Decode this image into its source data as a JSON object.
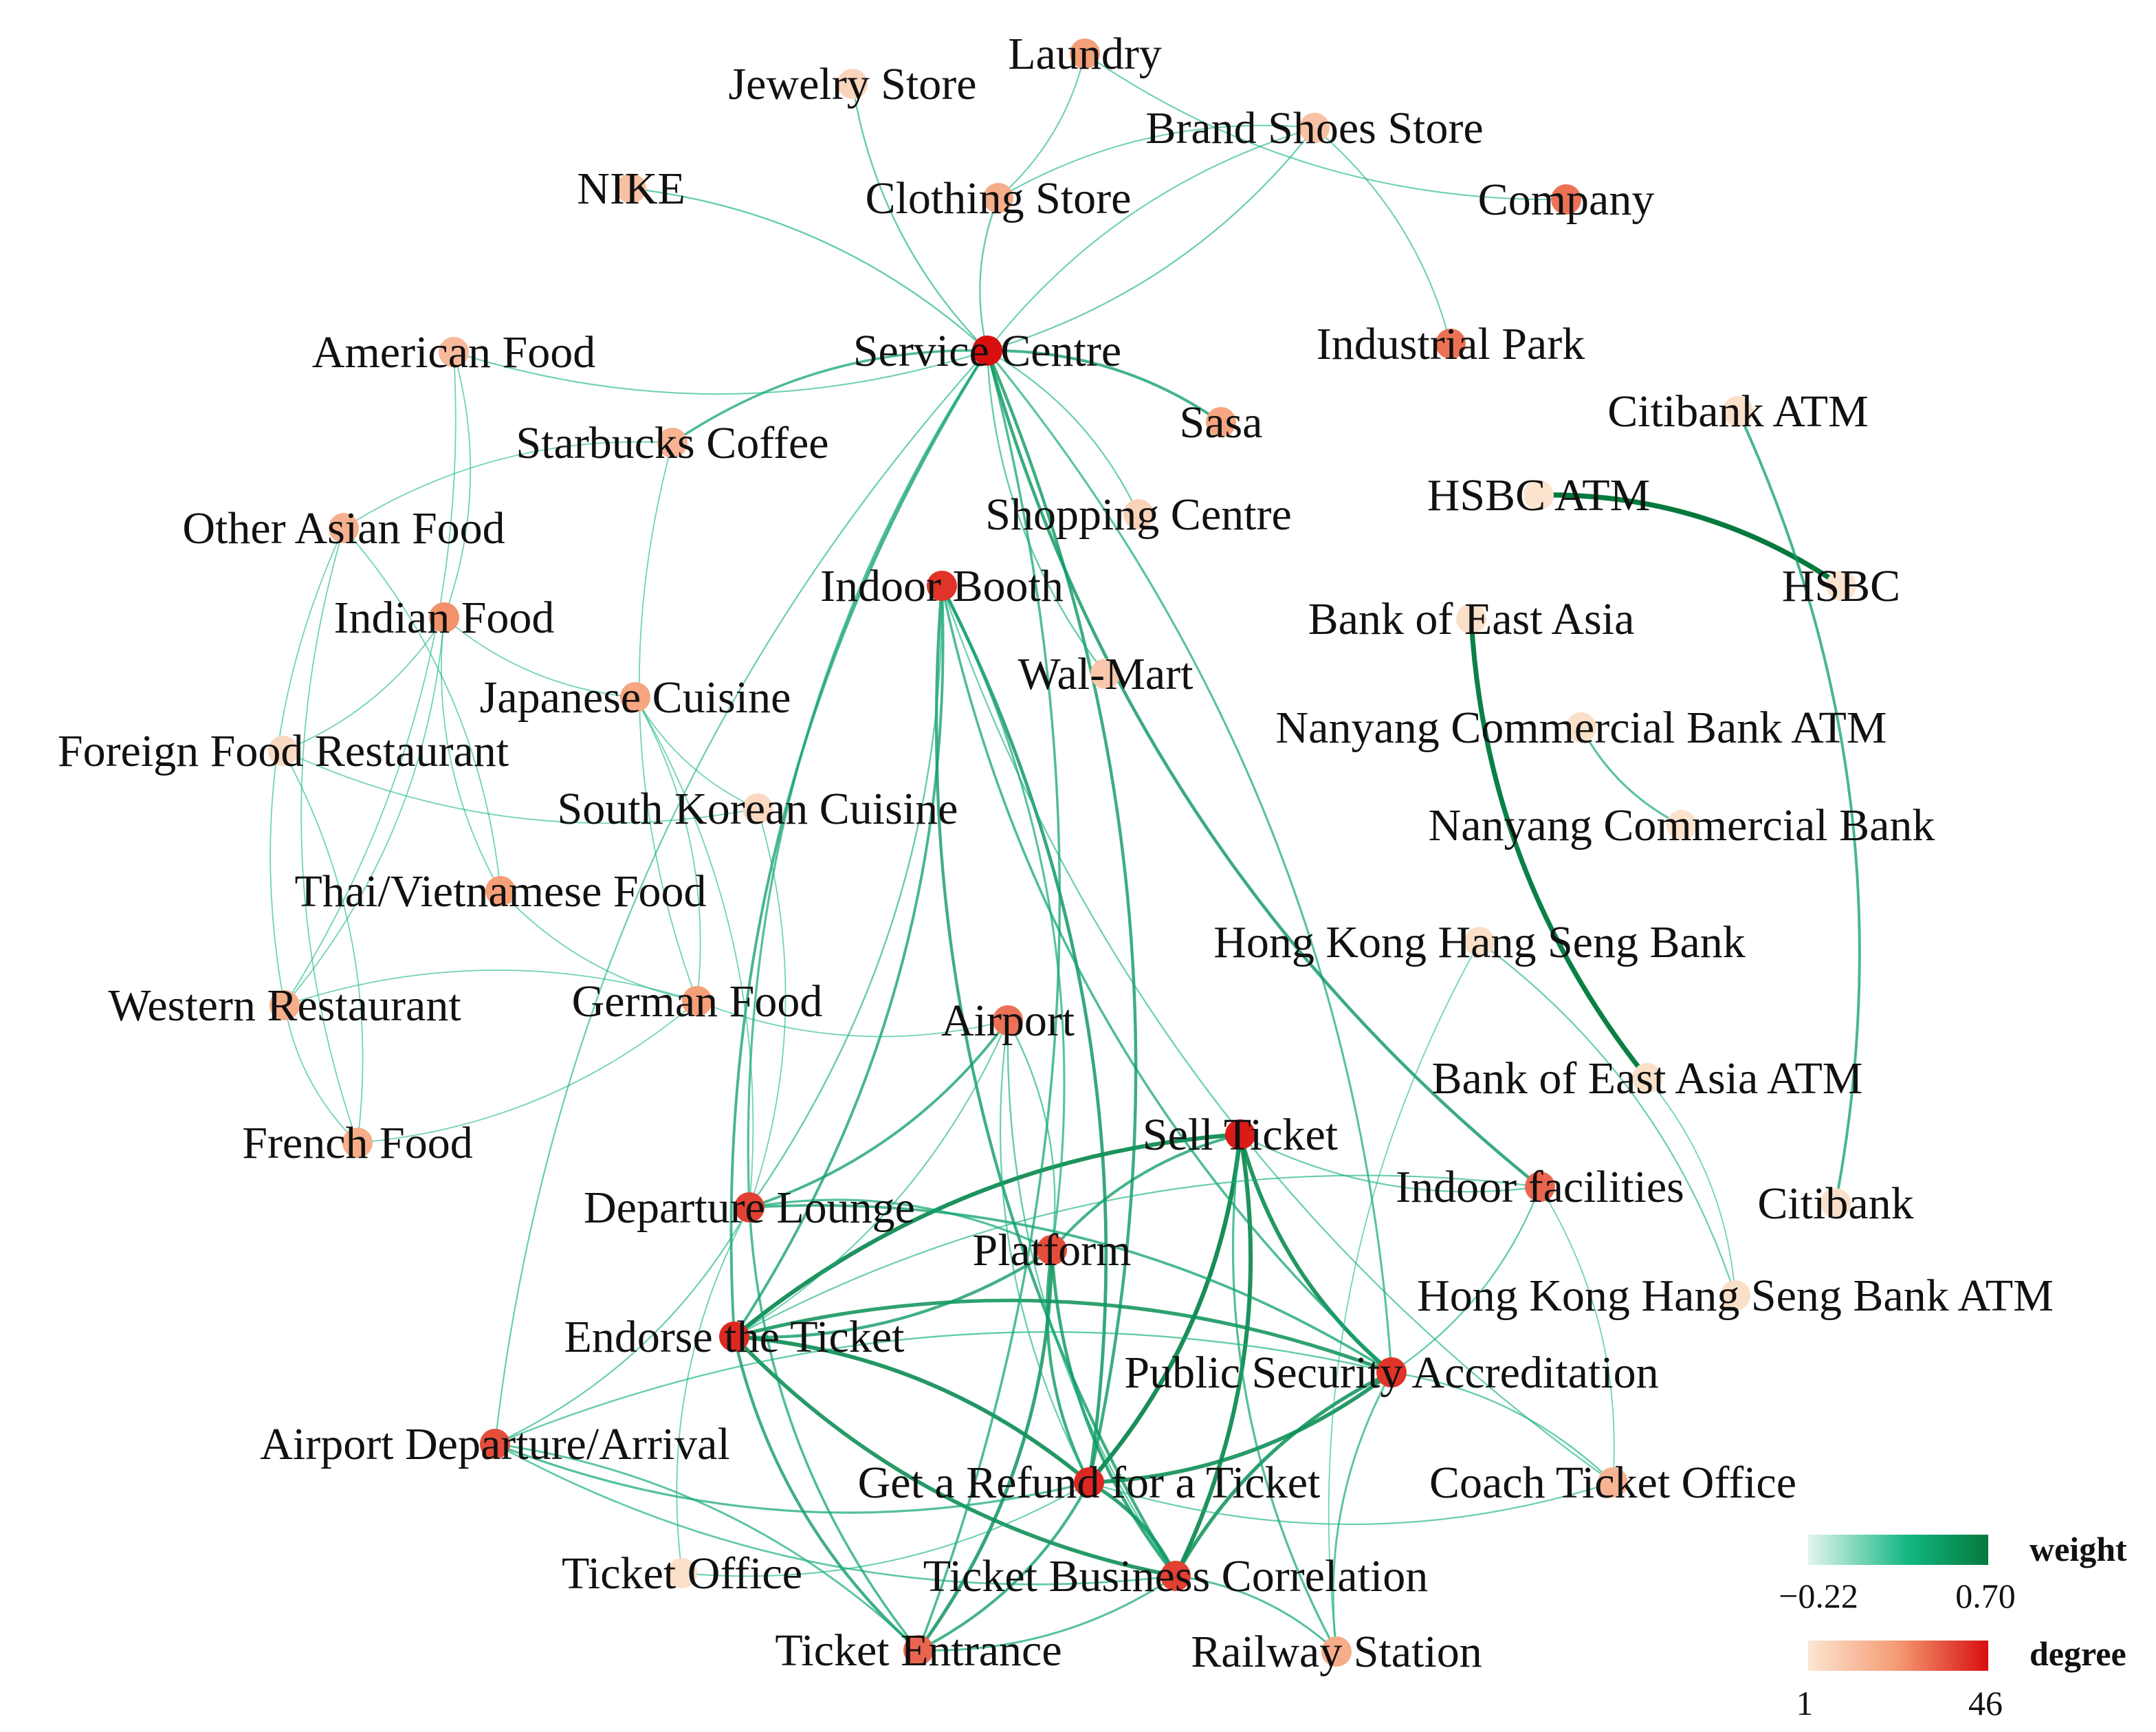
{
  "colors": {
    "weight_low": "#e4f5ef",
    "weight_mid": "#14b784",
    "weight_high": "#04793d",
    "degree_low": "#fbe6d2",
    "degree_mid": "#f59a72",
    "degree_high": "#d80f0f"
  },
  "legend": {
    "weight": {
      "title": "weight",
      "min_label": "−0.22",
      "max_label": "0.70",
      "min": -0.22,
      "max": 0.7
    },
    "degree": {
      "title": "degree",
      "min_label": "1",
      "max_label": "46",
      "min": 1,
      "max": 46
    }
  },
  "nodes": [
    {
      "id": "laundry",
      "label": "Laundry",
      "degree": 22
    },
    {
      "id": "jewelry",
      "label": "Jewelry Store",
      "degree": 6
    },
    {
      "id": "brandshoes",
      "label": "Brand Shoes Store",
      "degree": 12
    },
    {
      "id": "nike",
      "label": "NIKE",
      "degree": 12
    },
    {
      "id": "clothing",
      "label": "Clothing Store",
      "degree": 18
    },
    {
      "id": "company",
      "label": "Company",
      "degree": 30
    },
    {
      "id": "american",
      "label": "American Food",
      "degree": 14
    },
    {
      "id": "service",
      "label": "Service Centre",
      "degree": 46
    },
    {
      "id": "industrial",
      "label": "Industrial Park",
      "degree": 30
    },
    {
      "id": "citiatm",
      "label": "Citibank ATM",
      "degree": 3
    },
    {
      "id": "starbucks",
      "label": "Starbucks Coffee",
      "degree": 16
    },
    {
      "id": "sasa",
      "label": "Sasa",
      "degree": 20
    },
    {
      "id": "hsbcatm",
      "label": "HSBC ATM",
      "degree": 2
    },
    {
      "id": "shopping",
      "label": "Shopping Centre",
      "degree": 7
    },
    {
      "id": "otherasian",
      "label": "Other Asian Food",
      "degree": 17
    },
    {
      "id": "hsbc",
      "label": "HSBC",
      "degree": 2
    },
    {
      "id": "indoorbooth",
      "label": "Indoor Booth",
      "degree": 40
    },
    {
      "id": "indian",
      "label": "Indian Food",
      "degree": 25
    },
    {
      "id": "bea",
      "label": "Bank of East Asia",
      "degree": 3
    },
    {
      "id": "wal",
      "label": "Wal-Mart",
      "degree": 10
    },
    {
      "id": "japanese",
      "label": "Japanese Cuisine",
      "degree": 20
    },
    {
      "id": "nanyangatm",
      "label": "Nanyang Commercial Bank ATM",
      "degree": 3
    },
    {
      "id": "foreign",
      "label": "Foreign Food Restaurant",
      "degree": 5
    },
    {
      "id": "korean",
      "label": "South Korean Cuisine",
      "degree": 5
    },
    {
      "id": "nanyang",
      "label": "Nanyang Commercial Bank",
      "degree": 2
    },
    {
      "id": "thai",
      "label": "Thai/Vietnamese Food",
      "degree": 22
    },
    {
      "id": "hanghsb",
      "label": "Hong Kong Hang Seng Bank",
      "degree": 3
    },
    {
      "id": "western",
      "label": "Western Restaurant",
      "degree": 18
    },
    {
      "id": "german",
      "label": "German Food",
      "degree": 22
    },
    {
      "id": "airport",
      "label": "Airport",
      "degree": 30
    },
    {
      "id": "beaatm",
      "label": "Bank of East Asia ATM",
      "degree": 3
    },
    {
      "id": "sell",
      "label": "Sell Ticket",
      "degree": 44
    },
    {
      "id": "french",
      "label": "French Food",
      "degree": 18
    },
    {
      "id": "indoorfac",
      "label": "Indoor facilities",
      "degree": 32
    },
    {
      "id": "departure",
      "label": "Departure Lounge",
      "degree": 38
    },
    {
      "id": "citibank",
      "label": "Citibank",
      "degree": 3
    },
    {
      "id": "platform",
      "label": "Platform",
      "degree": 36
    },
    {
      "id": "hanghsbatm",
      "label": "Hong Kong Hang Seng Bank ATM",
      "degree": 3
    },
    {
      "id": "endorse",
      "label": "Endorse the Ticket",
      "degree": 42
    },
    {
      "id": "publicsec",
      "label": "Public Security Accreditation",
      "degree": 40
    },
    {
      "id": "airportdep",
      "label": "Airport Departure/Arrival",
      "degree": 36
    },
    {
      "id": "refund",
      "label": "Get a Refund for a Ticket",
      "degree": 42
    },
    {
      "id": "coach",
      "label": "Coach Ticket Office",
      "degree": 16
    },
    {
      "id": "ticketoffice",
      "label": "Ticket Office",
      "degree": 3
    },
    {
      "id": "ticketbiz",
      "label": "Ticket Business Correlation",
      "degree": 38
    },
    {
      "id": "ticketentrance",
      "label": "Ticket Entrance",
      "degree": 32
    },
    {
      "id": "railway",
      "label": "Railway Station",
      "degree": 18
    }
  ],
  "edges": [
    [
      "hsbcatm",
      "hsbc",
      0.7
    ],
    [
      "bea",
      "beaatm",
      0.66
    ],
    [
      "sell",
      "refund",
      0.58
    ],
    [
      "sell",
      "endorse",
      0.55
    ],
    [
      "sell",
      "ticketbiz",
      0.55
    ],
    [
      "sell",
      "publicsec",
      0.52
    ],
    [
      "endorse",
      "refund",
      0.52
    ],
    [
      "endorse",
      "ticketbiz",
      0.5
    ],
    [
      "endorse",
      "publicsec",
      0.45
    ],
    [
      "refund",
      "publicsec",
      0.5
    ],
    [
      "refund",
      "ticketbiz",
      0.45
    ],
    [
      "publicsec",
      "ticketbiz",
      0.45
    ],
    [
      "platform",
      "ticketentrance",
      0.42
    ],
    [
      "platform",
      "ticketbiz",
      0.38
    ],
    [
      "platform",
      "endorse",
      0.35
    ],
    [
      "platform",
      "refund",
      0.35
    ],
    [
      "platform",
      "sell",
      0.32
    ],
    [
      "departure",
      "airport",
      0.3
    ],
    [
      "departure",
      "publicsec",
      0.28
    ],
    [
      "departure",
      "ticketentrance",
      0.25
    ],
    [
      "departure",
      "platform",
      0.22
    ],
    [
      "endorse",
      "ticketentrance",
      0.35
    ],
    [
      "refund",
      "ticketentrance",
      0.32
    ],
    [
      "sell",
      "railway",
      0.22
    ],
    [
      "ticketbiz",
      "railway",
      0.2
    ],
    [
      "publicsec",
      "railway",
      0.18
    ],
    [
      "indoorbooth",
      "refund",
      0.4
    ],
    [
      "indoorbooth",
      "ticketbiz",
      0.35
    ],
    [
      "indoorbooth",
      "endorse",
      0.3
    ],
    [
      "indoorbooth",
      "publicsec",
      0.25
    ],
    [
      "service",
      "refund",
      0.36
    ],
    [
      "service",
      "endorse",
      0.3
    ],
    [
      "service",
      "ticketentrance",
      0.25
    ],
    [
      "service",
      "departure",
      0.22
    ],
    [
      "service",
      "publicsec",
      0.2
    ],
    [
      "service",
      "indoorfac",
      0.38
    ],
    [
      "service",
      "sasa",
      0.32
    ],
    [
      "service",
      "starbucks",
      0.26
    ],
    [
      "service",
      "clothing",
      0.12
    ],
    [
      "service",
      "nike",
      0.12
    ],
    [
      "service",
      "jewelry",
      0.12
    ],
    [
      "service",
      "brandshoes",
      0.1
    ],
    [
      "service",
      "shopping",
      0.1
    ],
    [
      "service",
      "wal",
      0.12
    ],
    [
      "service",
      "american",
      0.08
    ],
    [
      "service",
      "airportdep",
      0.1
    ],
    [
      "indoorbooth",
      "platform",
      0.2
    ],
    [
      "indoorbooth",
      "coach",
      0.1
    ],
    [
      "indoorbooth",
      "departure",
      0.12
    ],
    [
      "laundry",
      "company",
      0.08
    ],
    [
      "laundry",
      "clothing",
      0.08
    ],
    [
      "brandshoes",
      "clothing",
      0.08
    ],
    [
      "brandshoes",
      "industrial",
      0.08
    ],
    [
      "brandshoes",
      "service",
      0.08
    ],
    [
      "citiatm",
      "citibank",
      0.3
    ],
    [
      "nanyangatm",
      "nanyang",
      0.2
    ],
    [
      "hanghsb",
      "hanghsbatm",
      0.1
    ],
    [
      "airportdep",
      "refund",
      0.22
    ],
    [
      "airportdep",
      "ticketentrance",
      0.18
    ],
    [
      "airportdep",
      "ticketbiz",
      0.15
    ],
    [
      "airportdep",
      "publicsec",
      0.12
    ],
    [
      "airportdep",
      "departure",
      0.1
    ],
    [
      "airport",
      "platform",
      0.12
    ],
    [
      "airport",
      "ticketbiz",
      0.12
    ],
    [
      "indoorfac",
      "publicsec",
      0.12
    ],
    [
      "indoorfac",
      "endorse",
      0.1
    ],
    [
      "indoorfac",
      "sell",
      0.1
    ],
    [
      "coach",
      "publicsec",
      0.12
    ],
    [
      "coach",
      "refund",
      0.1
    ],
    [
      "ticketoffice",
      "refund",
      0.08
    ],
    [
      "ticketoffice",
      "departure",
      0.06
    ],
    [
      "ticketentrance",
      "ticketbiz",
      0.2
    ],
    [
      "american",
      "indian",
      0.05
    ],
    [
      "otherasian",
      "french",
      0.05
    ],
    [
      "otherasian",
      "thai",
      0.05
    ],
    [
      "indian",
      "japanese",
      0.05
    ],
    [
      "indian",
      "western",
      0.05
    ],
    [
      "japanese",
      "korean",
      0.05
    ],
    [
      "japanese",
      "german",
      0.05
    ],
    [
      "thai",
      "german",
      0.05
    ],
    [
      "western",
      "german",
      0.05
    ],
    [
      "western",
      "french",
      0.05
    ],
    [
      "foreign",
      "french",
      0.05
    ],
    [
      "foreign",
      "korean",
      0.05
    ],
    [
      "german",
      "french",
      0.05
    ],
    [
      "german",
      "airport",
      0.05
    ],
    [
      "japanese",
      "departure",
      0.05
    ],
    [
      "starbucks",
      "otherasian",
      0.05
    ],
    [
      "thai",
      "indian",
      0.05
    ],
    [
      "otherasian",
      "western",
      0.05
    ],
    [
      "american",
      "western",
      0.05
    ],
    [
      "foreign",
      "indian",
      0.05
    ],
    [
      "korean",
      "departure",
      0.05
    ],
    [
      "starbucks",
      "german",
      0.05
    ],
    [
      "beaatm",
      "hanghsbatm",
      0.05
    ],
    [
      "hanghsb",
      "railway",
      0.05
    ],
    [
      "indoorfac",
      "coach",
      0.05
    ],
    [
      "airport",
      "refund",
      0.1
    ],
    [
      "airport",
      "endorse",
      0.08
    ]
  ]
}
